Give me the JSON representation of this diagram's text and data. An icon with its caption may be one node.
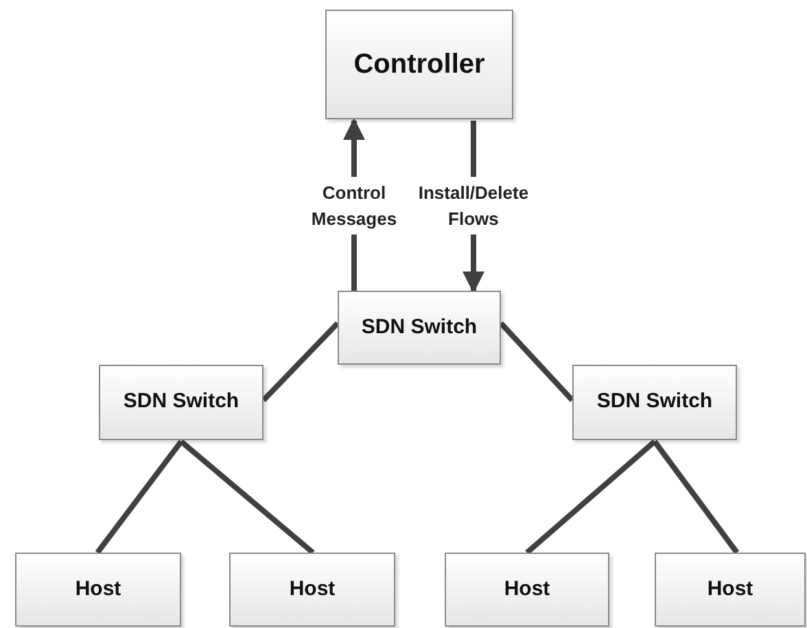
{
  "diagram": {
    "nodes": [
      {
        "text": [
          "Controller"
        ]
      },
      {
        "text": [
          "SDN Switch"
        ]
      },
      {
        "text": [
          "SDN Switch"
        ]
      },
      {
        "text": [
          "SDN Switch"
        ]
      },
      {
        "text": [
          "Host"
        ]
      },
      {
        "text": [
          "Host"
        ]
      },
      {
        "text": [
          "Host"
        ]
      },
      {
        "text": [
          "Host"
        ]
      }
    ],
    "edges": [
      {
        "from": 1,
        "to": 0,
        "arrow": "to",
        "label": "Control Messages"
      },
      {
        "from": 0,
        "to": 1,
        "arrow": "to",
        "label": "Install/Delete Flows"
      },
      {
        "from": 1,
        "to": 2,
        "arrow": "none"
      },
      {
        "from": 1,
        "to": 3,
        "arrow": "none"
      },
      {
        "from": 2,
        "to": 4,
        "arrow": "none"
      },
      {
        "from": 2,
        "to": 5,
        "arrow": "none"
      },
      {
        "from": 3,
        "to": 6,
        "arrow": "none"
      },
      {
        "from": 3,
        "to": 7,
        "arrow": "none"
      }
    ]
  }
}
